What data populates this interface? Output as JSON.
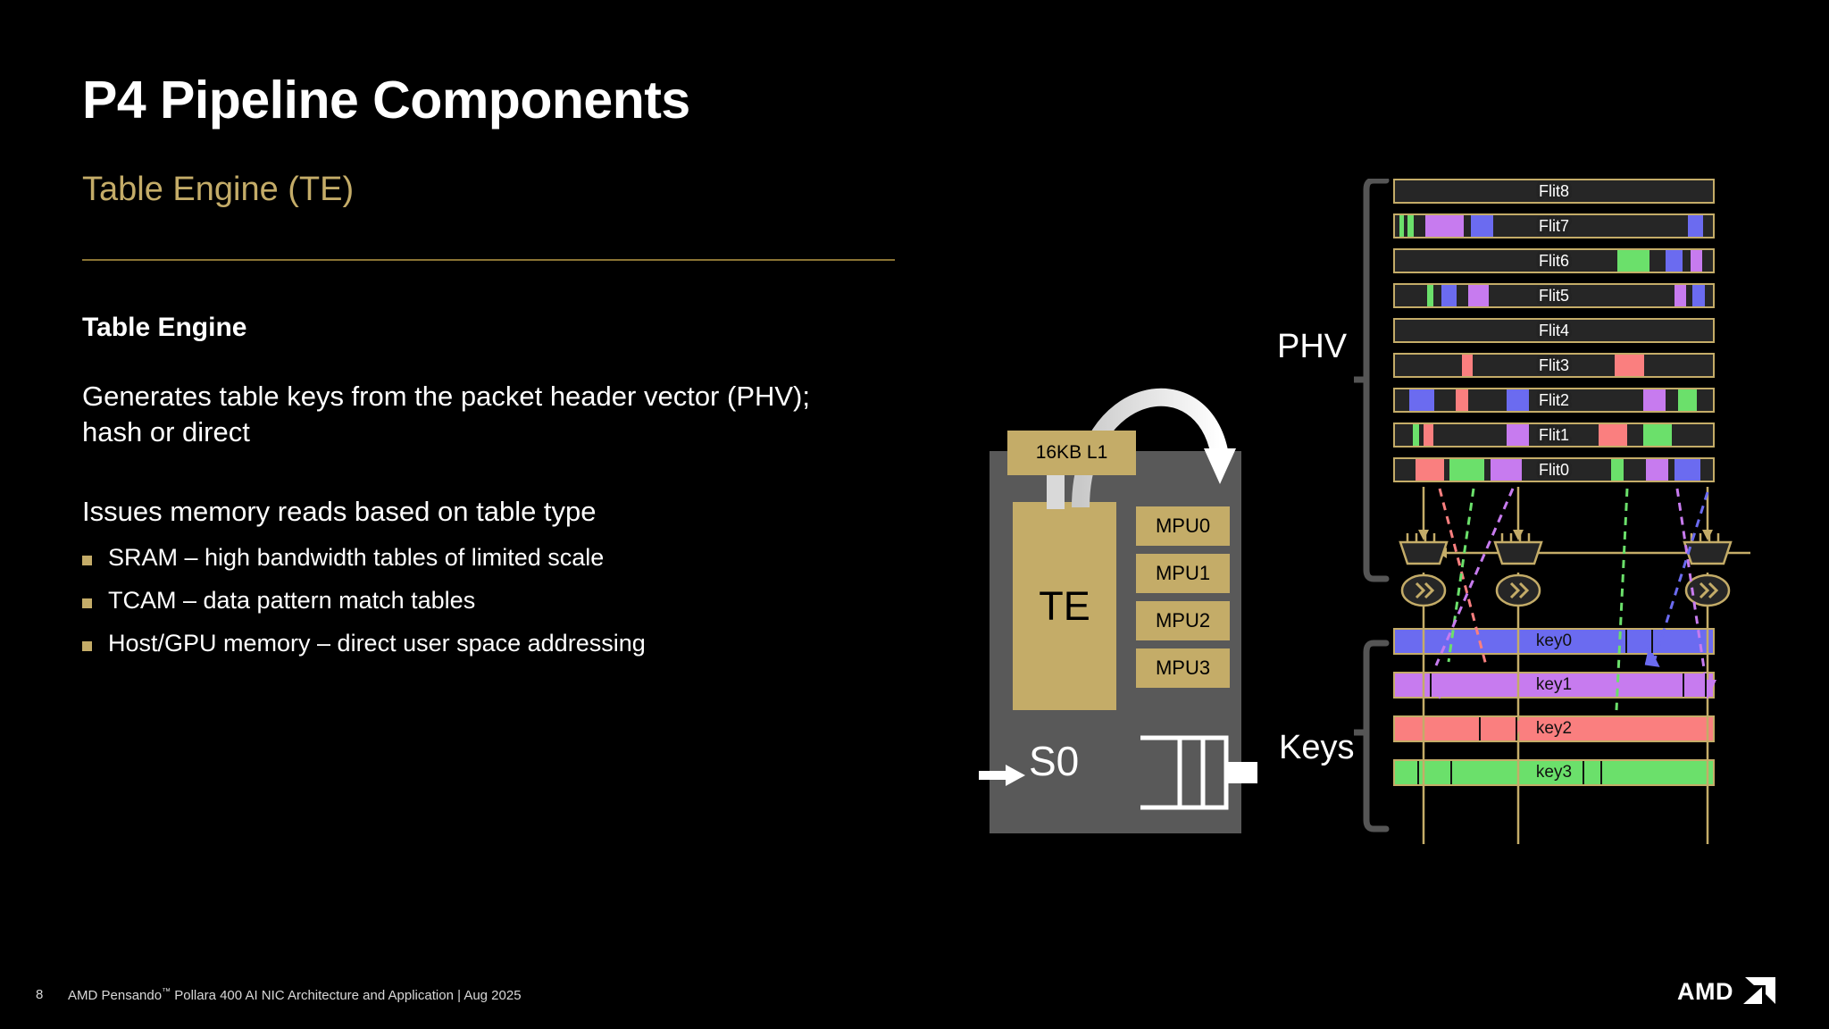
{
  "slide": {
    "title": "P4 Pipeline Components",
    "subtitle": "Table Engine (TE)",
    "lead": "Table Engine",
    "paragraph1": "Generates table keys from the packet header vector (PHV); hash or direct",
    "paragraph2": "Issues memory reads based on table type",
    "bullets": [
      "SRAM – high bandwidth tables of limited scale",
      "TCAM – data pattern match tables",
      "Host/GPU memory – direct user space addressing"
    ]
  },
  "diagram": {
    "chip": {
      "cache_label": "16KB L1",
      "engine_label": "TE",
      "stage_label": "S0",
      "mpus": [
        "MPU0",
        "MPU1",
        "MPU2",
        "MPU3"
      ]
    },
    "phv_label": "PHV",
    "keys_label": "Keys",
    "flits": [
      {
        "label": "Flit8",
        "segments": []
      },
      {
        "label": "Flit7",
        "segments": [
          {
            "x": 1.5,
            "w": 1.2,
            "color": "#6BE06B"
          },
          {
            "x": 4.0,
            "w": 2.0,
            "color": "#6BE06B"
          },
          {
            "x": 9.5,
            "w": 12.0,
            "color": "#C77BEF"
          },
          {
            "x": 24.0,
            "w": 7.0,
            "color": "#6B6BF0"
          },
          {
            "x": 92.0,
            "w": 5.0,
            "color": "#6B6BF0"
          }
        ]
      },
      {
        "label": "Flit6",
        "segments": [
          {
            "x": 70.0,
            "w": 10.0,
            "color": "#6BE06B"
          },
          {
            "x": 85.0,
            "w": 5.5,
            "color": "#6B6BF0"
          },
          {
            "x": 93.0,
            "w": 3.5,
            "color": "#C77BEF"
          }
        ]
      },
      {
        "label": "Flit5",
        "segments": [
          {
            "x": 10.0,
            "w": 2.0,
            "color": "#6BE06B"
          },
          {
            "x": 14.5,
            "w": 5.0,
            "color": "#6B6BF0"
          },
          {
            "x": 23.0,
            "w": 6.5,
            "color": "#C77BEF"
          },
          {
            "x": 88.0,
            "w": 3.5,
            "color": "#C77BEF"
          },
          {
            "x": 93.5,
            "w": 4.0,
            "color": "#6B6BF0"
          }
        ]
      },
      {
        "label": "Flit4",
        "segments": []
      },
      {
        "label": "Flit3",
        "segments": [
          {
            "x": 21.0,
            "w": 3.5,
            "color": "#FA7F7F"
          },
          {
            "x": 69.0,
            "w": 9.5,
            "color": "#FA7F7F"
          }
        ]
      },
      {
        "label": "Flit2",
        "segments": [
          {
            "x": 4.5,
            "w": 8.0,
            "color": "#6B6BF0"
          },
          {
            "x": 19.0,
            "w": 4.0,
            "color": "#FA7F7F"
          },
          {
            "x": 35.0,
            "w": 7.0,
            "color": "#6B6BF0"
          },
          {
            "x": 78.0,
            "w": 7.0,
            "color": "#C77BEF"
          },
          {
            "x": 89.0,
            "w": 6.0,
            "color": "#6BE06B"
          }
        ]
      },
      {
        "label": "Flit1",
        "segments": [
          {
            "x": 5.5,
            "w": 2.0,
            "color": "#6BE06B"
          },
          {
            "x": 9.0,
            "w": 3.0,
            "color": "#FA7F7F"
          },
          {
            "x": 35.0,
            "w": 7.0,
            "color": "#C77BEF"
          },
          {
            "x": 64.0,
            "w": 9.0,
            "color": "#FA7F7F"
          },
          {
            "x": 78.0,
            "w": 9.0,
            "color": "#6BE06B"
          }
        ]
      },
      {
        "label": "Flit0",
        "segments": [
          {
            "x": 6.5,
            "w": 9.0,
            "color": "#FA7F7F"
          },
          {
            "x": 17.0,
            "w": 11.0,
            "color": "#6BE06B"
          },
          {
            "x": 30.0,
            "w": 10.0,
            "color": "#C77BEF"
          },
          {
            "x": 68.0,
            "w": 4.0,
            "color": "#6BE06B"
          },
          {
            "x": 79.0,
            "w": 7.0,
            "color": "#C77BEF"
          },
          {
            "x": 88.0,
            "w": 8.0,
            "color": "#6B6BF0"
          }
        ]
      }
    ],
    "keys": [
      {
        "label": "key0",
        "color": "#6B6BF0",
        "ticks": [
          72.5,
          80.5
        ]
      },
      {
        "label": "key1",
        "color": "#C77BEF",
        "ticks": [
          11.0,
          90.5,
          97.5
        ]
      },
      {
        "label": "key2",
        "color": "#FA7F7F",
        "ticks": [
          26.5,
          38.0
        ]
      },
      {
        "label": "key3",
        "color": "#6BE06B",
        "ticks": [
          7.0,
          17.5,
          59.0,
          64.5
        ]
      }
    ]
  },
  "footer": {
    "page": "8",
    "text_before_tm": "AMD Pensando",
    "tm": "™",
    "text_after_tm": " Pollara 400 AI NIC Architecture and Application  |  Aug 2025",
    "logo_text": "AMD"
  },
  "colors": {
    "accent_gold": "#C4AC68",
    "chip_gray": "#595959",
    "flit_bg": "#262626",
    "blue": "#6B6BF0",
    "purple": "#C77BEF",
    "red": "#FA7F7F",
    "green": "#6BE06B"
  }
}
